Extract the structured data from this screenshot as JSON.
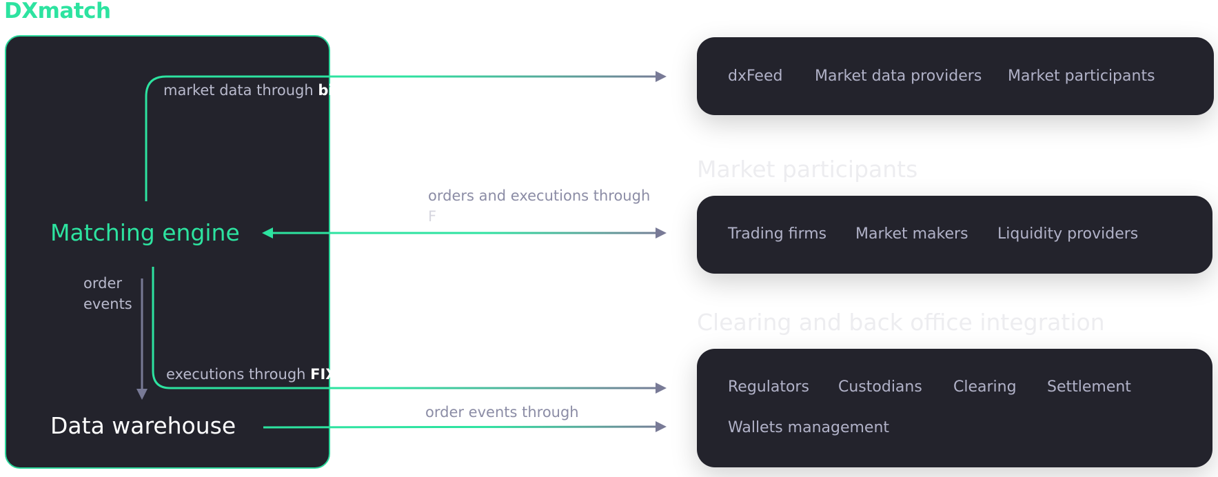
{
  "brand": {
    "title": "DXmatch"
  },
  "nodes": {
    "matching_engine": "Matching engine",
    "data_warehouse": "Data warehouse"
  },
  "edges": {
    "market_data_prefix": "market data through ",
    "market_data_strong": "binary and w",
    "orders_executions_line1": "orders and executions through",
    "orders_executions_line2": "F",
    "order_events_line1": "order",
    "order_events_line2": "events",
    "executions_prefix": "executions through ",
    "executions_strong": "FIX API",
    "order_events_through": "order events through"
  },
  "sections": {
    "market_participants_title": "Market participants",
    "clearing_title": "Clearing and back office integration"
  },
  "cards": {
    "market_data": [
      "dxFeed",
      "Market data providers",
      "Market participants"
    ],
    "participants": [
      "Trading firms",
      "Market makers",
      "Liquidity providers"
    ],
    "clearing_row1": [
      "Regulators",
      "Custodians",
      "Clearing",
      "Settlement"
    ],
    "clearing_row2": [
      "Wallets management"
    ]
  },
  "colors": {
    "accent_green": "#2de3a0",
    "panel_dark": "#23232c",
    "line_gray": "#787a96",
    "muted_text": "#b1b2c8"
  }
}
